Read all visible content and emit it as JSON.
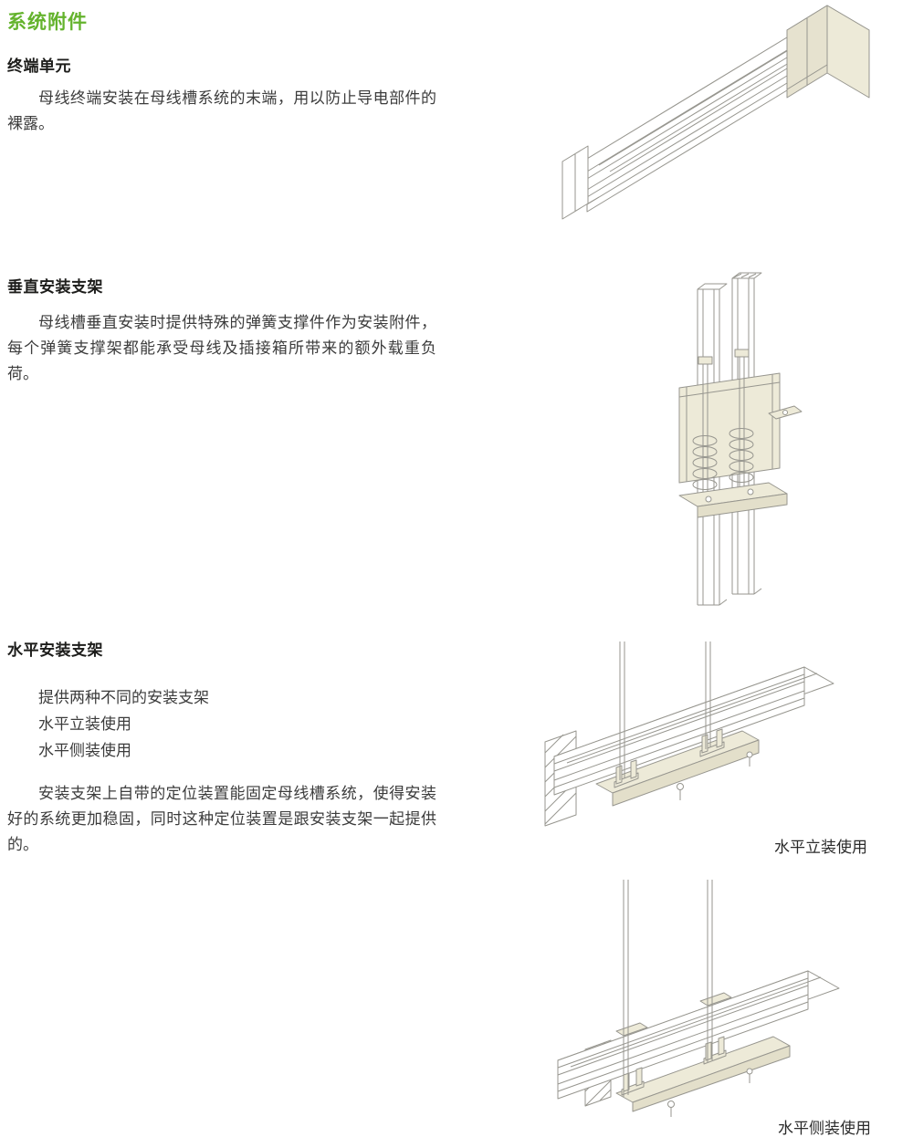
{
  "title": "系统附件",
  "colors": {
    "accent_green": "#64b32d",
    "body_text": "#3c3c3c",
    "drawing_line": "#97968f",
    "highlight_beige": "#edead8"
  },
  "sections": [
    {
      "id": "terminal-unit",
      "heading": "终端单元",
      "paragraphs": [
        "母线终端安装在母线槽系统的末端，用以防止导电部件的裸露。"
      ]
    },
    {
      "id": "vertical-mounting-bracket",
      "heading": "垂直安装支架",
      "paragraphs": [
        "母线槽垂直安装时提供特殊的弹簧支撑件作为安装附件，每个弹簧支撑架都能承受母线及插接箱所带来的额外载重负荷。"
      ]
    },
    {
      "id": "horizontal-mounting-bracket",
      "heading": "水平安装支架",
      "list": [
        "提供两种不同的安装支架",
        "水平立装使用",
        "水平侧装使用"
      ],
      "paragraphs": [
        "安装支架上自带的定位装置能固定母线槽系统，使得安装好的系统更加稳固，同时这种定位装置是跟安装支架一起提供的。"
      ]
    }
  ],
  "figures": {
    "horizontal_upright_caption": "水平立装使用",
    "horizontal_side_caption": "水平侧装使用"
  }
}
